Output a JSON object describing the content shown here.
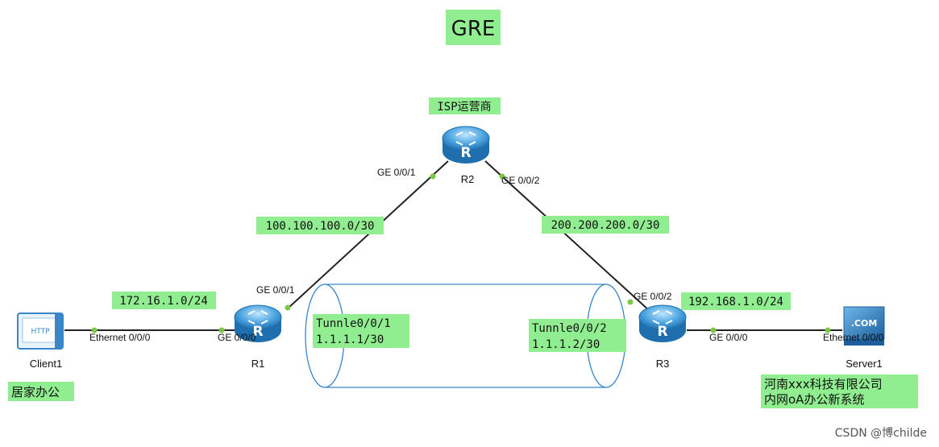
{
  "title": "GRE",
  "colors": {
    "label_bg": "#90ee90",
    "link": "#222222",
    "port_dot": "#7ac943",
    "tunnel": "#3a86c8",
    "router": "#4aa3df"
  },
  "devices": {
    "r1": {
      "name": "R1",
      "icon": "router-icon"
    },
    "r2": {
      "name": "R2",
      "icon": "router-icon",
      "label": "ISP运营商"
    },
    "r3": {
      "name": "R3",
      "icon": "router-icon"
    },
    "client": {
      "name": "Client1",
      "icon": "http-client-icon",
      "label": "居家办公"
    },
    "server": {
      "name": "Server1",
      "icon": "server-icon",
      "icon_text": ".COM",
      "label_line1": "河南xxx科技有限公司",
      "label_line2": "内网oA办公新系统"
    }
  },
  "ports": {
    "client_eth": "Ethernet 0/0/0",
    "r1_ge000": "GE 0/0/0",
    "r1_ge001": "GE 0/0/1",
    "r2_ge001": "GE 0/0/1",
    "r2_ge002": "GE 0/0/2",
    "r3_ge002": "GE 0/0/2",
    "r3_ge000": "GE 0/0/0",
    "server_eth": "Ethernet 0/0/0"
  },
  "networks": {
    "lan_left": "172.16.1.0/24",
    "wan_left": "100.100.100.0/30",
    "wan_right": "200.200.200.0/30",
    "lan_right": "192.168.1.0/24"
  },
  "tunnels": {
    "left": {
      "iface": "Tunnle0/0/1",
      "ip": "1.1.1.1/30"
    },
    "right": {
      "iface": "Tunnle0/0/2",
      "ip": "1.1.1.2/30"
    }
  },
  "watermark": "CSDN @博childe"
}
